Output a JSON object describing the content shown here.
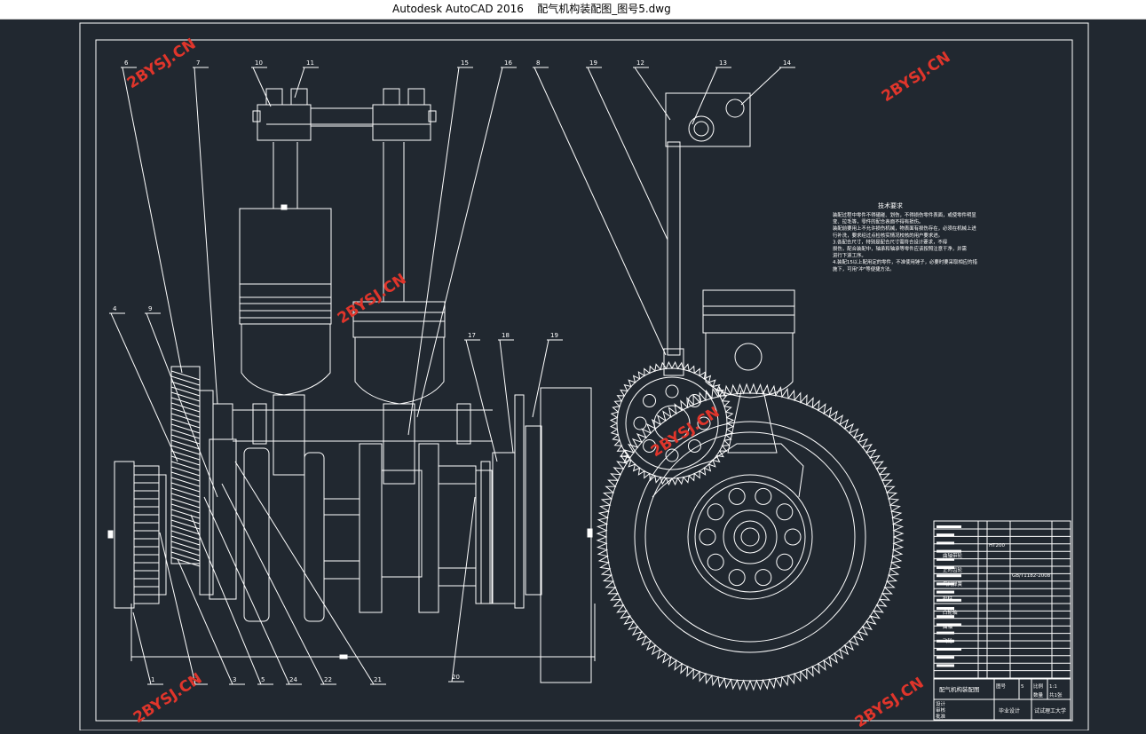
{
  "window": {
    "app": "Autodesk AutoCAD 2016",
    "file": "配气机构装配图_图号5.dwg"
  },
  "watermark": "2BYSJ.CN",
  "colors": {
    "background": "#212830",
    "line": "#ffffff",
    "watermark": "#e0352b"
  },
  "callouts": [
    "6",
    "7",
    "10",
    "11",
    "15",
    "16",
    "8",
    "19",
    "12",
    "13",
    "14",
    "4",
    "9",
    "17",
    "18",
    "19",
    "1",
    "2",
    "3",
    "5",
    "24",
    "22",
    "21",
    "20"
  ],
  "notes": {
    "title": "技术要求",
    "lines": [
      "装配过程中零件不得磕碰、划伤，不得损伤零件表面，或使零件明显",
      "变、拉毛等，零件的配合表面不得有损伤。",
      "装配前要用上不允许损伤机械，物表面有损伤存在，必须在机械上进",
      "行补洗，要求经过点检核实情况校核的用户要求进。",
      "3.各配合尺寸，特别是配合尺寸需符合设计要求，不得",
      "损伤，配合装配中，轴承和轴承等零件应该按照注意干净，并需",
      "进行下道工序。",
      "4.装配15以上配用定的零件，不准使用锤子，必要时要采取相应的措",
      "施下，可用\"冲\"等便捷方法。"
    ]
  },
  "title_block": {
    "drawing_name": "配气机构装配图",
    "scale_label": "比例",
    "scale": "1:1",
    "sheet_label": "图号",
    "sheet": "5",
    "count_label": "数量",
    "count": "共1张",
    "design_label": "设计",
    "check_label": "审核",
    "approve_label": "批准",
    "project": "毕业设计",
    "school": "试试理工大学",
    "material": "HT200",
    "standard": "GB/T1182-2008",
    "row_texts": [
      "曲轴带轮",
      "正时齿轮",
      "气门弹簧",
      "挺柱",
      "凸轮轴",
      "曲轴",
      "飞轮"
    ]
  }
}
